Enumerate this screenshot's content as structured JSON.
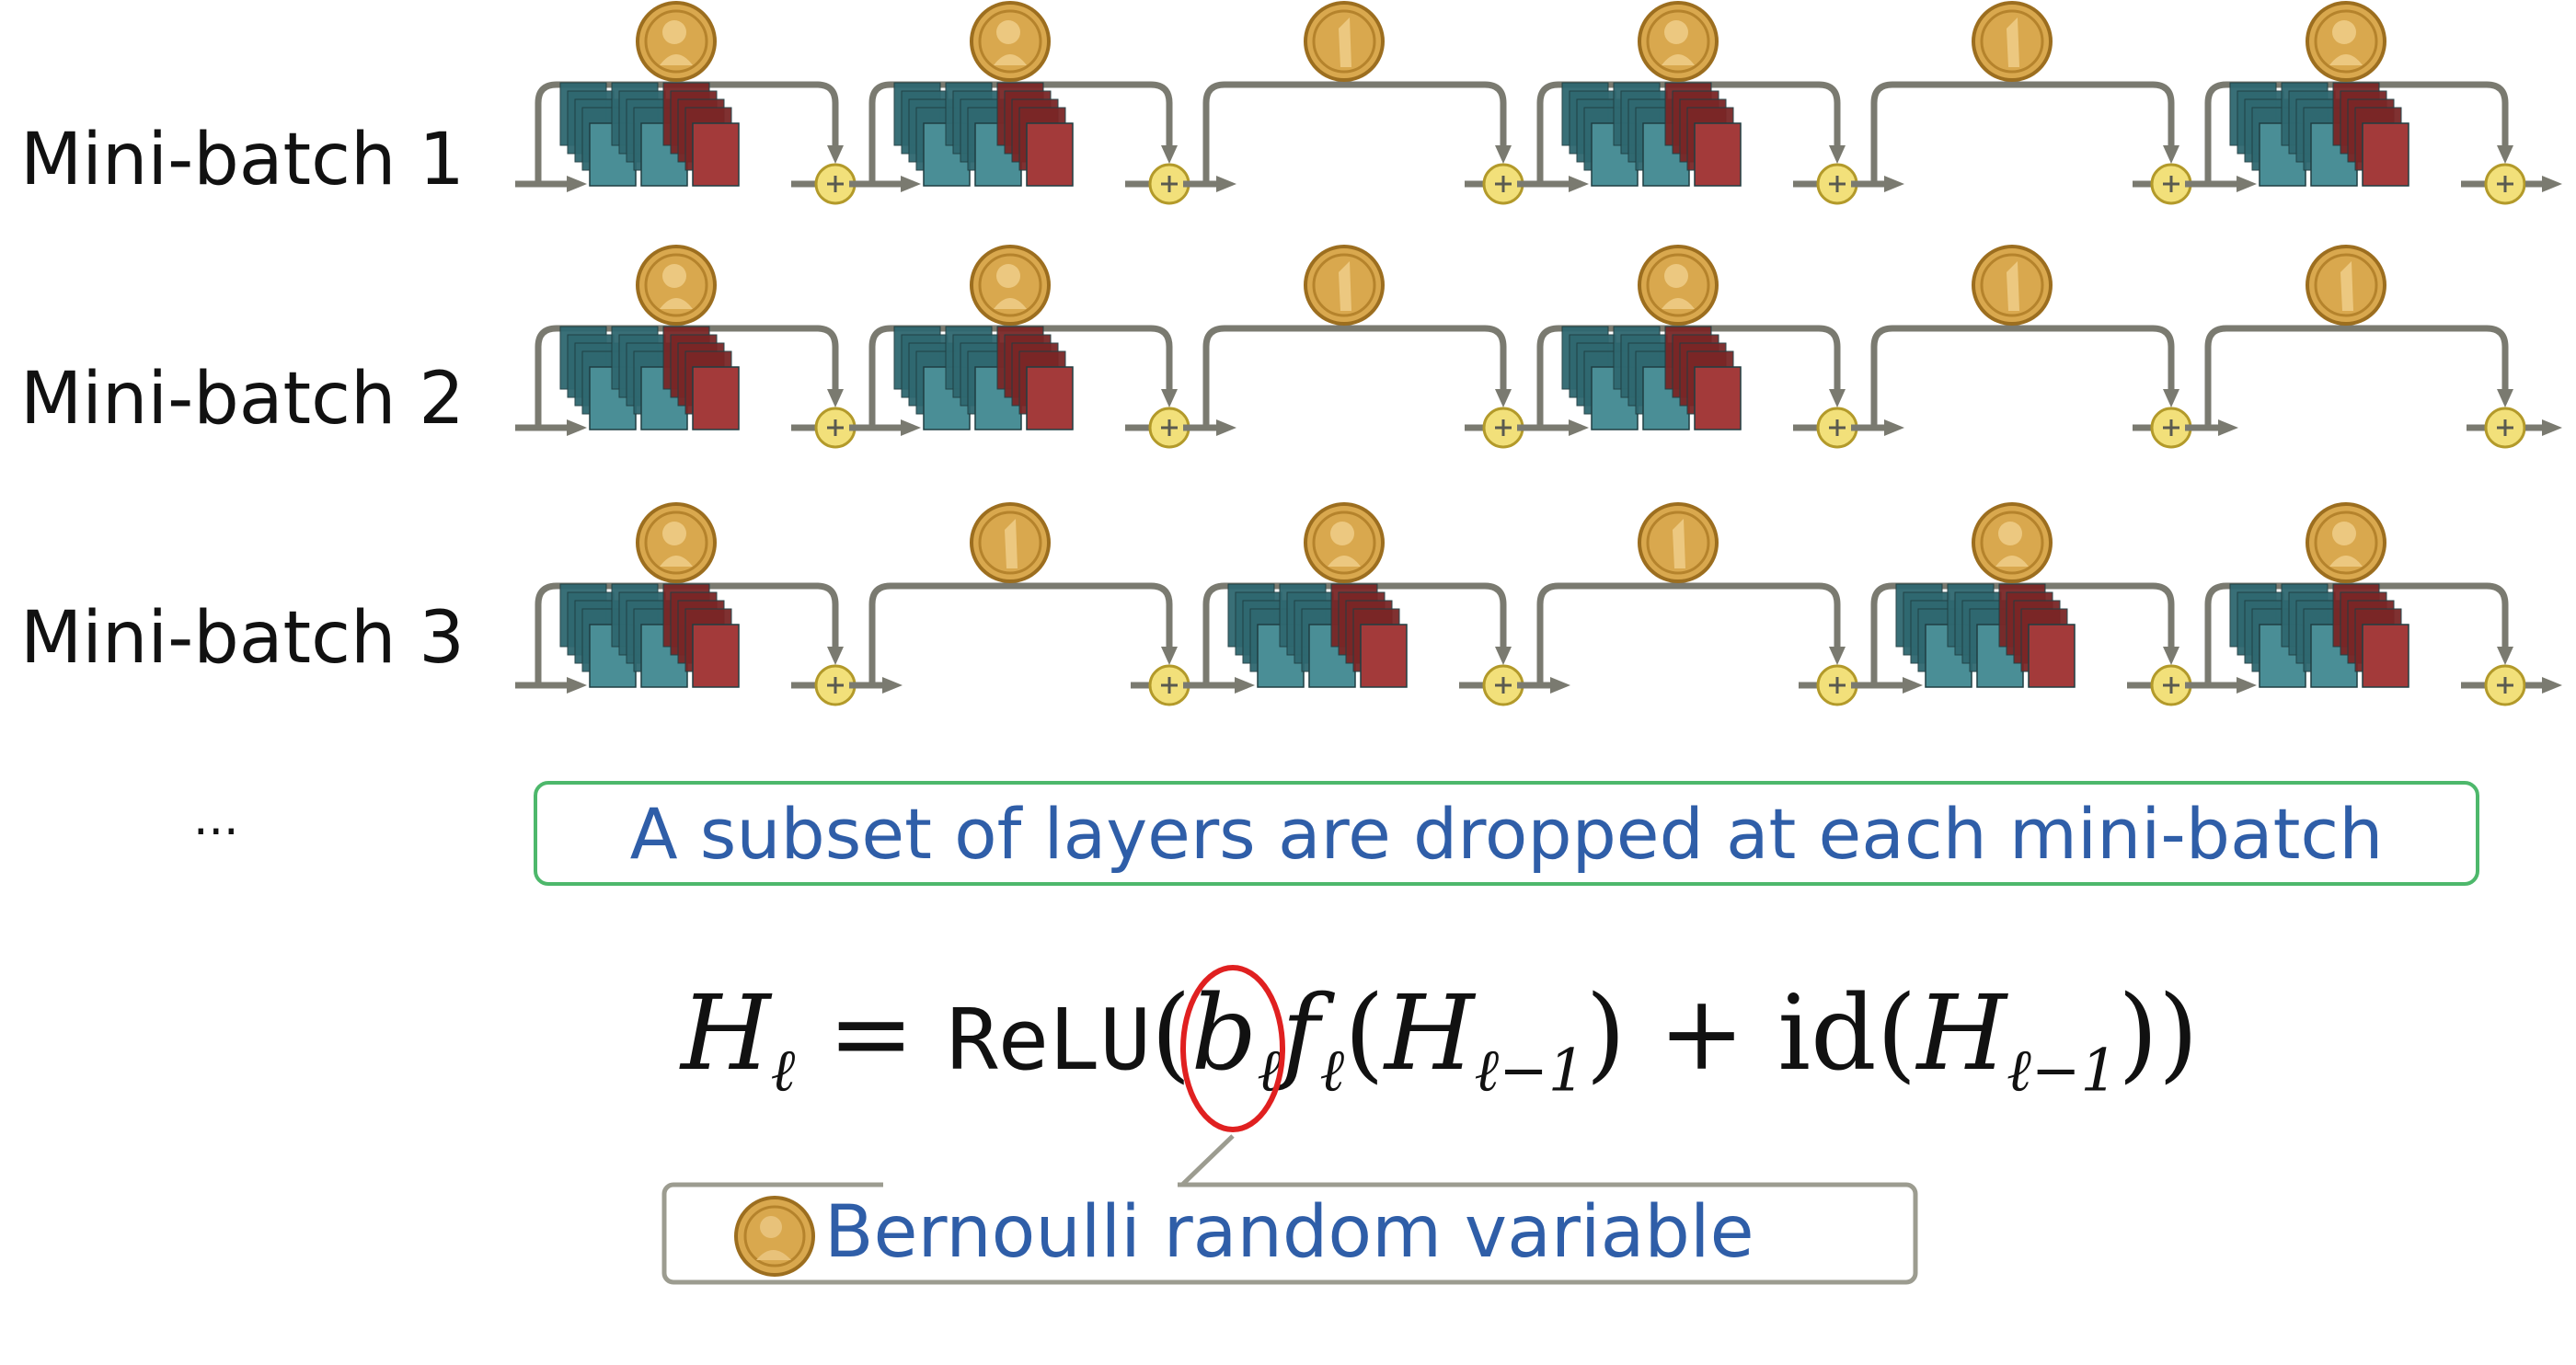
{
  "rows": [
    {
      "label": "Mini-batch 1",
      "blocks": [
        1,
        1,
        0,
        1,
        0,
        1
      ]
    },
    {
      "label": "Mini-batch 2",
      "blocks": [
        1,
        1,
        0,
        1,
        0,
        0
      ]
    },
    {
      "label": "Mini-batch 3",
      "blocks": [
        1,
        0,
        1,
        0,
        1,
        1
      ]
    }
  ],
  "ellipsis": "...",
  "caption": "A subset of layers are dropped at each mini-batch",
  "equation": {
    "H": "H",
    "sub_l": "ℓ",
    "eq": " = ",
    "relu": "ReLU",
    "open": "(",
    "b": "b",
    "f": "f",
    "open2": "(",
    "sub_lm1": "ℓ−1",
    "close_plus": ") + ",
    "id": "id",
    "close": "))"
  },
  "callout": "Bernoulli random variable",
  "colors": {
    "teal": "#4a8e96",
    "teal_dark": "#2f6870",
    "red": "#a33a3a",
    "red_dark": "#7a2626",
    "arrow": "#7a7a70",
    "plus_fill": "#f2e07a",
    "plus_stroke": "#b39a2a",
    "coin": "#d9a84e",
    "coin_edge": "#9c6e1f",
    "callout_border": "#9c9c90",
    "circle": "#e02020"
  }
}
